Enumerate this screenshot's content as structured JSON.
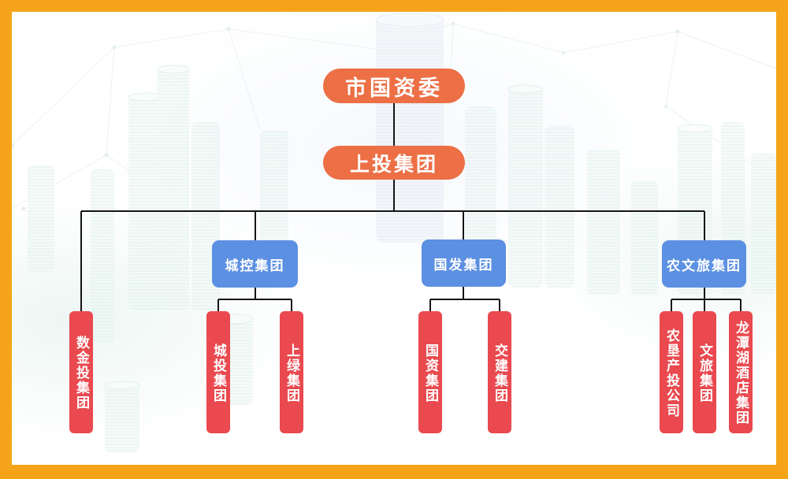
{
  "org": {
    "root": "市国资委",
    "level2": "上投集团",
    "direct_leaf": "数金投集团",
    "groups": [
      {
        "label": "城控集团",
        "children": [
          "城投集团",
          "上绿集团"
        ]
      },
      {
        "label": "国发集团",
        "children": [
          "国资集团",
          "交建集团"
        ]
      },
      {
        "label": "农文旅集团",
        "children": [
          "农垦产投公司",
          "文旅集团",
          "龙潭湖酒店集团"
        ]
      }
    ],
    "colors": {
      "frame_border": "#F5A41A",
      "top_nodes": "#EC6F45",
      "group_nodes": "#5C90E2",
      "leaf_nodes": "#E9494F",
      "connector_lines": "#151515",
      "node_text": "#FFFFFF",
      "watermark_teal": "#CDE6E0"
    }
  }
}
